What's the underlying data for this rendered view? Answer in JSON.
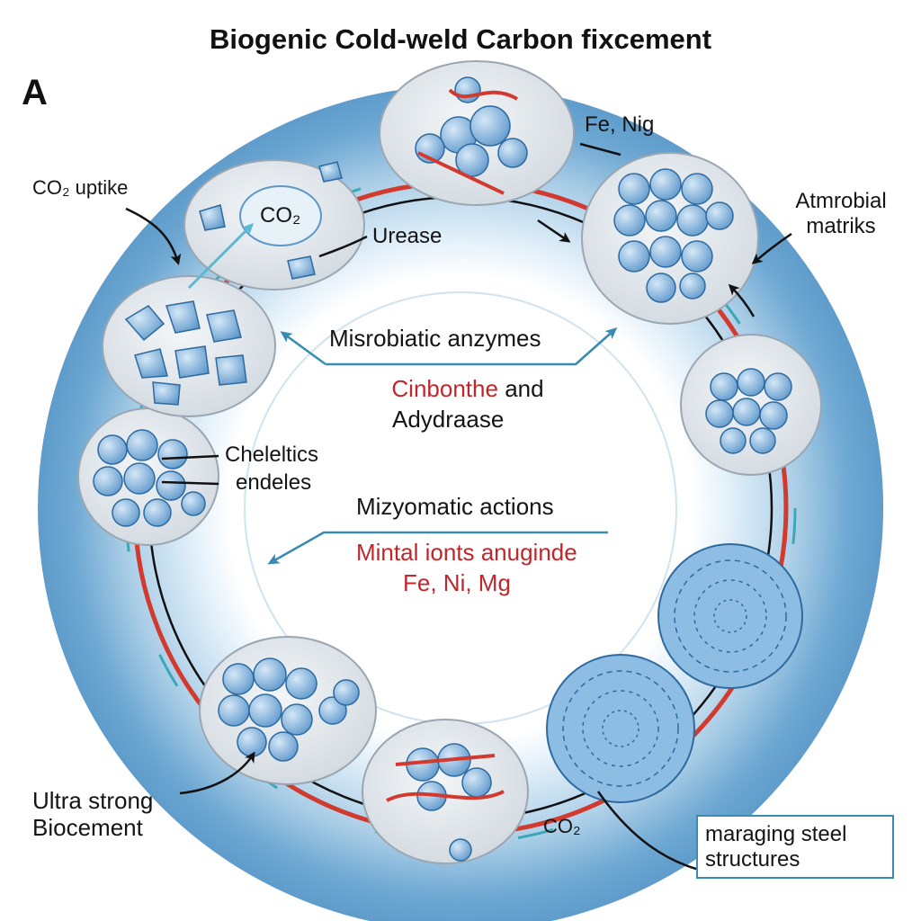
{
  "title": "Biogenic Cold-weld Carbon fixcement",
  "panel_letter": "A",
  "labels": {
    "fe_nig": "Fe, Nig",
    "co2_uptake": "CO₂ uptike",
    "co2_bubble": "CO₂",
    "urease": "Urease",
    "atmrobial_line1": "Atmrobial",
    "atmrobial_line2": "matriks",
    "misrobiatic_enzymes": "Misrobiatic anzymes",
    "cinbonthe": "Cinbonthe",
    "and_word": "and",
    "adydraase": "Adydraase",
    "cheleltics_line1": "Cheleltics",
    "cheleltics_line2": "endeles",
    "mizyomatic_actions": "Mizyomatic actions",
    "mintal_ionts": "Mintal ionts anuginde",
    "metals": "Fe, Ni, Mg",
    "ultra_line1": "Ultra strong",
    "ultra_line2": "Biocement",
    "co2_bottom": "CO₂",
    "maraging_line1": "maraging steel",
    "maraging_line2": "structures"
  },
  "colors": {
    "ring_light": "#e8f3fb",
    "ring_mid": "#a9cde6",
    "ring_dark": "#5f9ccb",
    "fiber_red": "#d23a30",
    "fiber_teal": "#3aa8b8",
    "cell_fill": "#7fb3de",
    "cell_stroke": "#2d6aa0",
    "capsule": "#dde3e8",
    "label_red": "#c0262a",
    "box_border": "#3a8bb2",
    "arrow_blue": "#3a8bb2"
  },
  "icons": [
    "curved-arrow-icon",
    "right-arrow-icon",
    "double-headed-arrow-icon",
    "left-arrow-icon"
  ]
}
